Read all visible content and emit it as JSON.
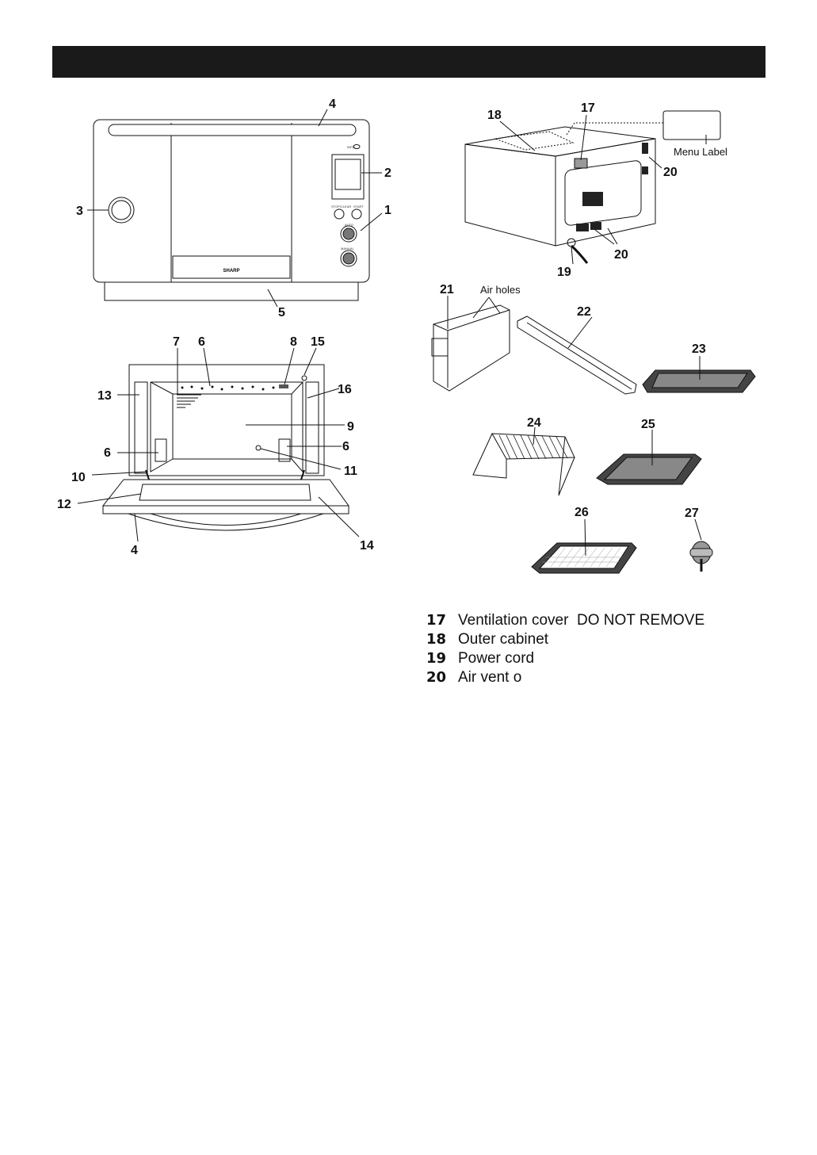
{
  "front_view": {
    "callouts": [
      "4",
      "2",
      "1",
      "3",
      "5"
    ],
    "panel": {
      "brand": "SHARP",
      "info": "INFO",
      "stop_clear": "STOP/CLEAR",
      "start": "START",
      "auto": "AUTO",
      "manual": "MANUAL"
    }
  },
  "interior_view": {
    "callouts": [
      "7",
      "6",
      "8",
      "15",
      "13",
      "16",
      "9",
      "6",
      "6",
      "11",
      "10",
      "12",
      "4",
      "14"
    ]
  },
  "rear_view": {
    "callouts": [
      "18",
      "17",
      "20",
      "20",
      "19"
    ],
    "menu_label": "Menu Label"
  },
  "accessories": {
    "callouts": [
      "21",
      "22",
      "23",
      "24",
      "25",
      "26",
      "27"
    ],
    "air_holes": "Air holes"
  },
  "legend": [
    {
      "num": "17",
      "text": "Ventilation cover  DO NOT REMOVE"
    },
    {
      "num": "18",
      "text": "Outer cabinet"
    },
    {
      "num": "19",
      "text": "Power cord"
    },
    {
      "num": "20",
      "text": "Air vent o"
    }
  ]
}
